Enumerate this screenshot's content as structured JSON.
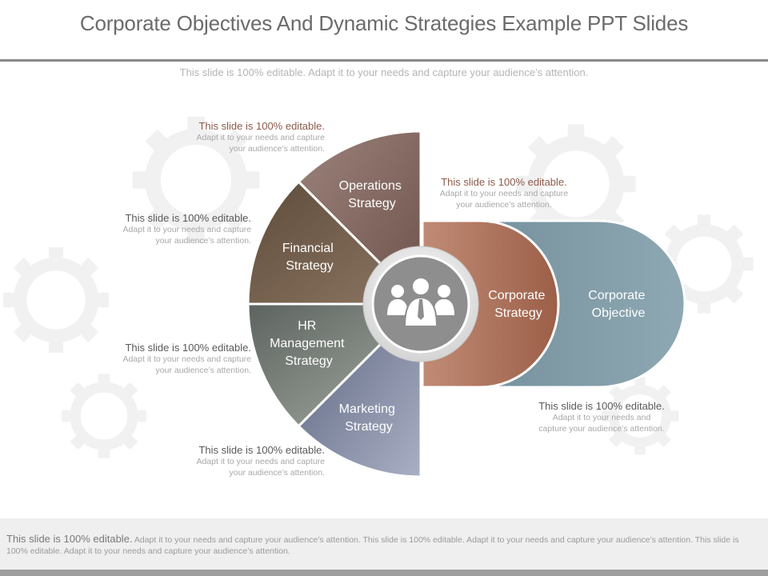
{
  "slide": {
    "title": "Corporate Objectives And Dynamic Strategies Example PPT Slides",
    "subtitle": "This slide is 100% editable. Adapt it to your needs and capture your audience’s attention."
  },
  "segments": [
    {
      "label_lines": [
        "Operations",
        "Strategy"
      ],
      "color": "#7a5f58"
    },
    {
      "label_lines": [
        "Financial",
        "Strategy"
      ],
      "color": "#6e5a48"
    },
    {
      "label_lines": [
        "HR",
        "Management",
        "Strategy"
      ],
      "color": "#6b716c"
    },
    {
      "label_lines": [
        "Marketing",
        "Strategy"
      ],
      "color": "#6d7690"
    }
  ],
  "capsules": [
    {
      "label_lines": [
        "Corporate",
        "Strategy"
      ],
      "color": "#a86b55"
    },
    {
      "label_lines": [
        "Corporate",
        "Objective"
      ],
      "color": "#7f9aa6"
    }
  ],
  "center_icon": "people-group-icon",
  "notes": [
    {
      "head": "This slide is 100% editable.",
      "body_lines": [
        "Adapt it to your needs and capture",
        "your audience’s attention."
      ]
    },
    {
      "head": "This slide is 100% editable.",
      "body_lines": [
        "Adapt it to your needs and capture",
        "your audience’s attention."
      ]
    },
    {
      "head": "This slide is 100% editable.",
      "body_lines": [
        "Adapt it to your needs and capture",
        "your audience’s attention."
      ]
    },
    {
      "head": "This slide is 100% editable.",
      "body_lines": [
        "Adapt it to your needs and capture",
        "your audience’s attention."
      ]
    },
    {
      "head": "This slide is 100% editable.",
      "body_lines": [
        "Adapt it to your needs and capture",
        "your audience’s attention."
      ]
    },
    {
      "head": "This slide is 100% editable.",
      "body_lines": [
        "Adapt it to your needs and",
        "capture your audience’s attention."
      ]
    }
  ],
  "footer": {
    "lead": "This slide is 100% editable.",
    "rest": "Adapt it to your needs and capture your audience’s attention. This slide is 100% editable. Adapt it to your needs and capture your audience’s attention. This slide is 100% editable. Adapt it to your needs and capture your audience’s attention."
  }
}
